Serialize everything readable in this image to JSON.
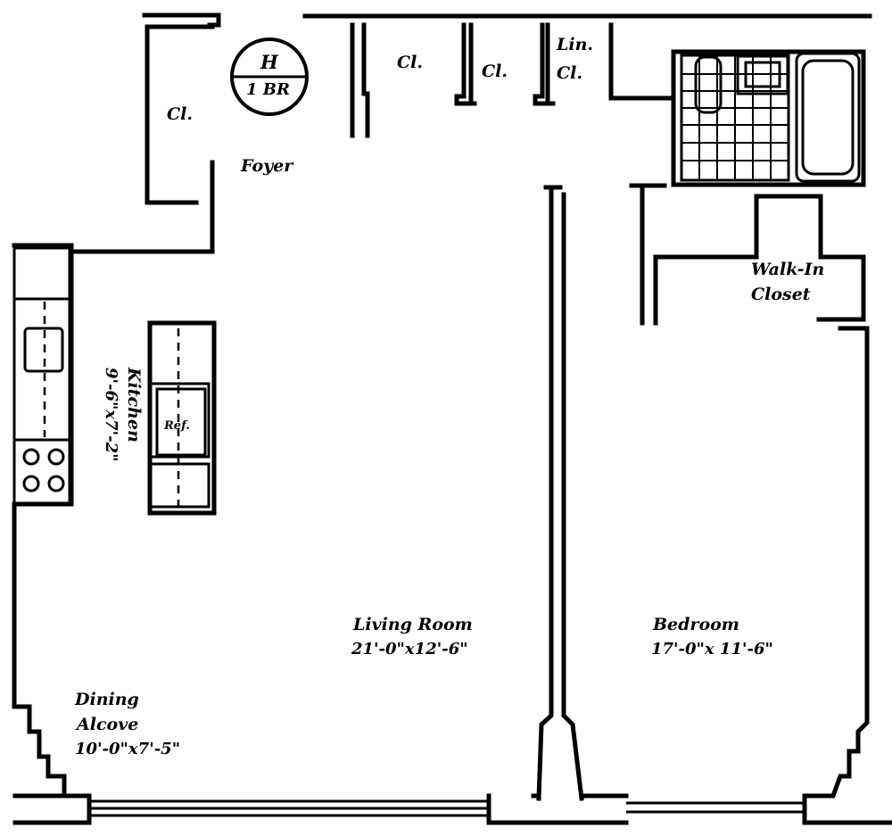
{
  "unit": {
    "letter": "H",
    "type": "1 BR"
  },
  "rooms": {
    "living_room": {
      "name": "Living Room",
      "dims": "21'-0\"x12'-6\""
    },
    "bedroom": {
      "name": "Bedroom",
      "dims": "17'-0\"x 11'-6\""
    },
    "dining": {
      "name_line1": "Dining",
      "name_line2": "Alcove",
      "dims": "10'-0\"x7'-5\""
    },
    "kitchen": {
      "name": "Kitchen",
      "dims": "9'-6\"x7'-2\""
    },
    "foyer": {
      "name": "Foyer"
    },
    "walk_in_closet": {
      "line1": "Walk-In",
      "line2": "Closet"
    },
    "closets": [
      "Cl.",
      "Cl.",
      "Cl."
    ],
    "linen_closet": {
      "line1": "Lin.",
      "line2": "Cl."
    }
  },
  "appliances": {
    "refrigerator": "Ref."
  }
}
